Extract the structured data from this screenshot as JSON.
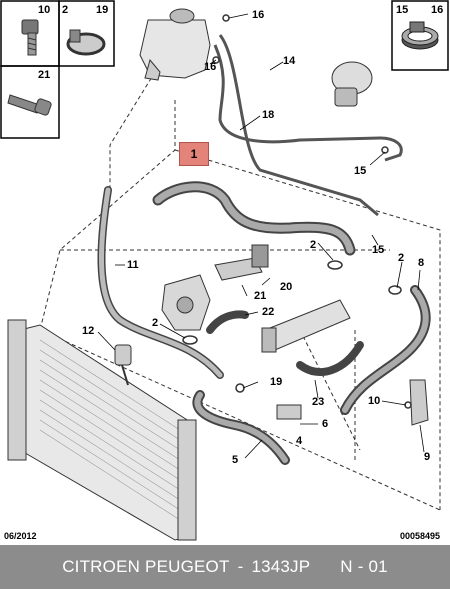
{
  "diagram": {
    "callouts": {
      "c1": "1",
      "c2a": "2",
      "c2b": "2",
      "c2c": "2",
      "c2d": "2",
      "c4": "4",
      "c5": "5",
      "c6": "6",
      "c8": "8",
      "c9": "9",
      "c10a": "10",
      "c10b": "10",
      "c11": "11",
      "c12": "12",
      "c14": "14",
      "c15a": "15",
      "c15b": "15",
      "c15c": "15",
      "c16a": "16",
      "c16b": "16",
      "c16c": "16",
      "c18": "18",
      "c19a": "19",
      "c19b": "19",
      "c20": "20",
      "c21a": "21",
      "c21b": "21",
      "c22": "22",
      "c23": "23"
    },
    "date": "06/2012",
    "doc_number": "00058495",
    "highlight_color": "#e4837a"
  },
  "footer": {
    "brand": "CITROEN PEUGEOT",
    "separator": "-",
    "part_number": "1343JP",
    "page": "N - 01",
    "background": "#8c8c8c"
  }
}
